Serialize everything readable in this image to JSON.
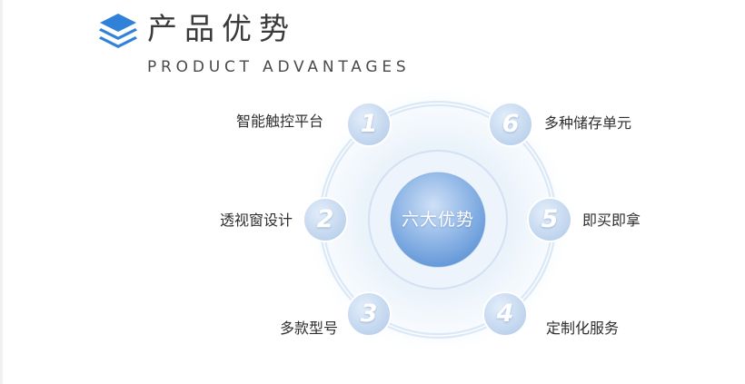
{
  "header": {
    "title": "产品优势",
    "subtitle": "PRODUCT ADVANTAGES",
    "icon": "layers-stack-icon"
  },
  "center": {
    "label": "六大优势"
  },
  "features": [
    {
      "number": "1",
      "label": "智能触控平台"
    },
    {
      "number": "2",
      "label": "透视窗设计"
    },
    {
      "number": "3",
      "label": "多款型号"
    },
    {
      "number": "4",
      "label": "定制化服务"
    },
    {
      "number": "5",
      "label": "即买即拿"
    },
    {
      "number": "6",
      "label": "多种储存单元"
    }
  ],
  "colors": {
    "accent": "#2f82d8",
    "accent_dark": "#1d6fc4",
    "badge": "#c8dbf2",
    "text": "#2f2f2f"
  }
}
